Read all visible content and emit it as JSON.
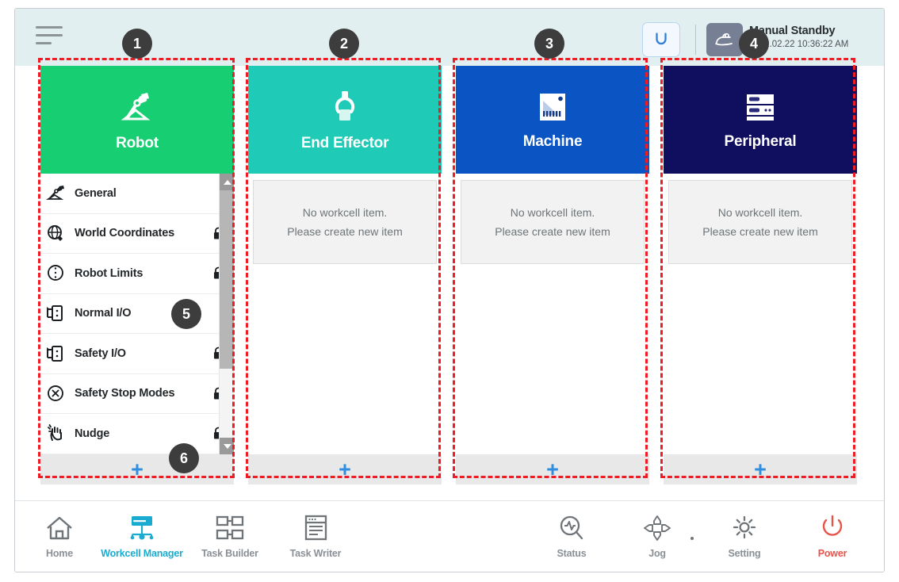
{
  "topbar": {
    "menu_icon": "hamburger-menu-icon",
    "reset_icon": "reset-rotate-icon",
    "mode_icon": "manual-hand-icon",
    "mode_title": "Manual Standby",
    "mode_time": "2022.02.22 10:36:22 AM"
  },
  "cards": [
    {
      "key": "robot",
      "title": "Robot",
      "color": "#17CE72",
      "icon": "robot-arm-icon",
      "add_label": "+",
      "has_list": true,
      "items": [
        {
          "label": "General",
          "icon": "robot-arm-icon",
          "locked": false
        },
        {
          "label": "World Coordinates",
          "icon": "globe-coordinates-icon",
          "locked": true
        },
        {
          "label": "Robot Limits",
          "icon": "limits-circle-icon",
          "locked": true
        },
        {
          "label": "Normal I/O",
          "icon": "io-port-icon",
          "locked": false
        },
        {
          "label": "Safety I/O",
          "icon": "io-port-icon",
          "locked": true
        },
        {
          "label": "Safety Stop Modes",
          "icon": "stop-octagon-icon",
          "locked": true
        },
        {
          "label": "Nudge",
          "icon": "hand-nudge-icon",
          "locked": true
        }
      ]
    },
    {
      "key": "end-effector",
      "title": "End Effector",
      "color": "#1FCBB6",
      "icon": "gripper-icon",
      "add_label": "+",
      "has_list": false,
      "empty_line1": "No workcell item.",
      "empty_line2": "Please create new item"
    },
    {
      "key": "machine",
      "title": "Machine",
      "color": "#0A54C4",
      "icon": "machine-icon",
      "add_label": "+",
      "has_list": false,
      "empty_line1": "No workcell item.",
      "empty_line2": "Please create new item"
    },
    {
      "key": "peripheral",
      "title": "Peripheral",
      "color": "#100E5E",
      "icon": "peripheral-rack-icon",
      "add_label": "+",
      "has_list": false,
      "empty_line1": "No workcell item.",
      "empty_line2": "Please create new item"
    }
  ],
  "bottom_nav": [
    {
      "label": "Home",
      "icon": "home-icon",
      "active": false
    },
    {
      "label": "Workcell Manager",
      "icon": "workcell-manager-icon",
      "active": true
    },
    {
      "label": "Task Builder",
      "icon": "task-builder-icon",
      "active": false
    },
    {
      "label": "Task Writer",
      "icon": "task-writer-icon",
      "active": false
    },
    {
      "label": "Status",
      "icon": "status-scope-icon",
      "active": false
    },
    {
      "label": "Jog",
      "icon": "jog-dpad-icon",
      "active": false
    },
    {
      "label": "Setting",
      "icon": "gear-icon",
      "active": false
    },
    {
      "label": "Power",
      "icon": "power-icon",
      "active": false
    }
  ],
  "annotations": [
    {
      "number": "1"
    },
    {
      "number": "2"
    },
    {
      "number": "3"
    },
    {
      "number": "4"
    },
    {
      "number": "5"
    },
    {
      "number": "6"
    }
  ],
  "colors": {
    "annotation": "#EE1C25",
    "accent_cyan": "#1AACD0",
    "power_red": "#E8534A",
    "plus_blue": "#2F8EE0"
  }
}
